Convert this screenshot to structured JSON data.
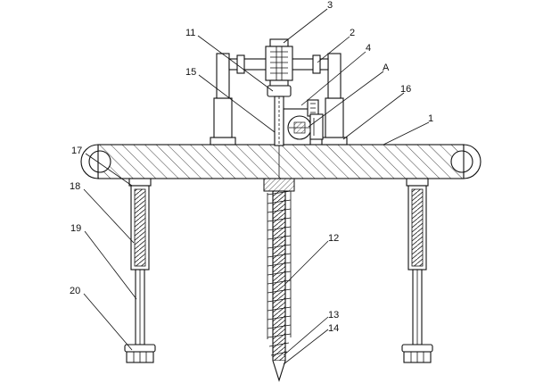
{
  "labels": {
    "l1": "1",
    "l2": "2",
    "l3": "3",
    "l4": "4",
    "lA": "A",
    "l11": "11",
    "l12": "12",
    "l13": "13",
    "l14": "14",
    "l15": "15",
    "l16": "16",
    "l17": "17",
    "l18": "18",
    "l19": "19",
    "l20": "20"
  }
}
